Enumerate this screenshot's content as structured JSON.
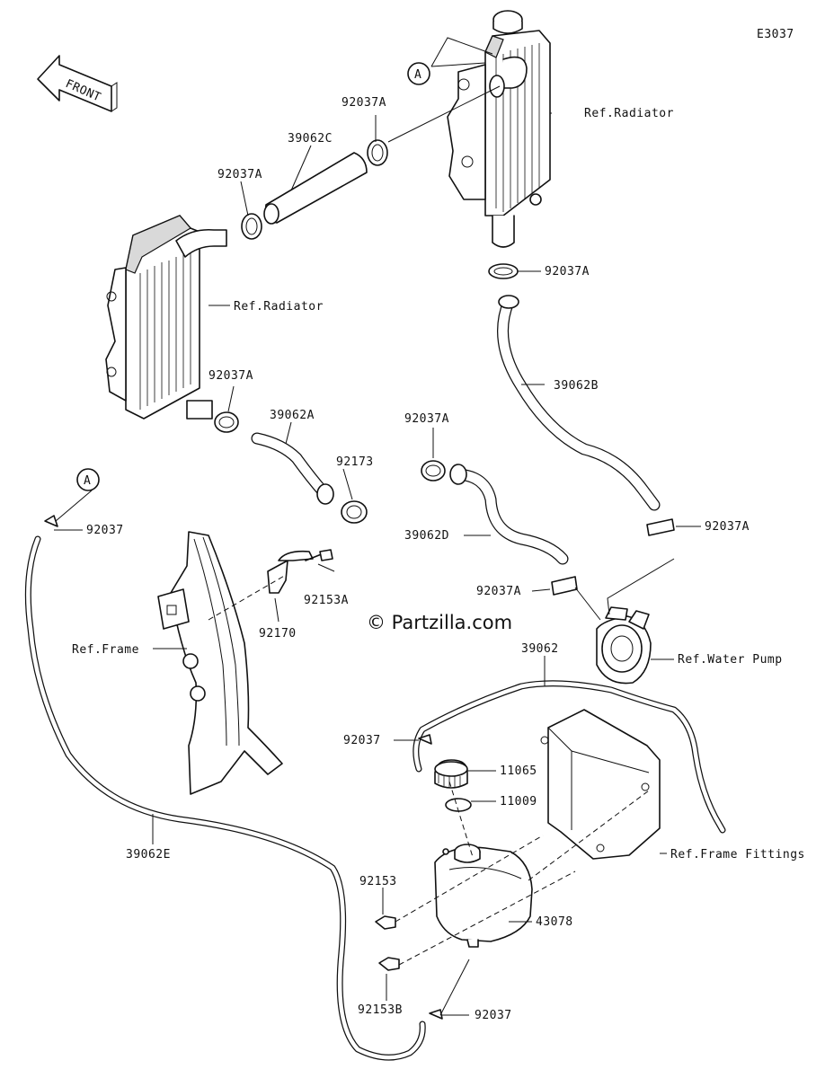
{
  "diagram": {
    "code": "E3037",
    "front_label": "FRONT",
    "watermark": "© Partzilla.com",
    "callouts": {
      "a_top": "A",
      "a_left": "A"
    },
    "labels": {
      "p92037A_1": "92037A",
      "p39062C": "39062C",
      "p92037A_2": "92037A",
      "ref_radiator_right": "Ref.Radiator",
      "ref_radiator_left": "Ref.Radiator",
      "p92037A_3": "92037A",
      "p92037A_4": "92037A",
      "p39062B": "39062B",
      "p39062A": "39062A",
      "p92037A_5": "92037A",
      "p92173": "92173",
      "p92037_1": "92037",
      "p39062D": "39062D",
      "p92037A_6": "92037A",
      "p92153A": "92153A",
      "p92170": "92170",
      "p92037A_7": "92037A",
      "ref_frame": "Ref.Frame",
      "ref_water_pump": "Ref.Water Pump",
      "p39062": "39062",
      "p92037_2": "92037",
      "p11065": "11065",
      "p11009": "11009",
      "ref_frame_fittings": "Ref.Frame Fittings",
      "p39062E": "39062E",
      "p92153": "92153",
      "p43078": "43078",
      "p92153B": "92153B",
      "p92037_3": "92037"
    }
  }
}
